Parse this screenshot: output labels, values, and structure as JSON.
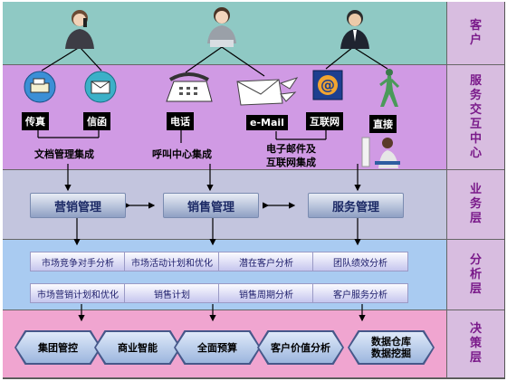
{
  "layers": {
    "customer": "客户",
    "service_center": "服务交互中心",
    "business": "业务层",
    "analysis": "分析层",
    "decision": "决策层"
  },
  "channels": {
    "fax": "传真",
    "letter": "信函",
    "phone": "电话",
    "email": "e-Mail",
    "internet": "互联网",
    "direct": "直接"
  },
  "integrations": {
    "document": "文档管理集成",
    "call_center": "呼叫中心集成",
    "email_web": [
      "电子邮件及",
      "互联网集成"
    ]
  },
  "business": {
    "marketing": "营销管理",
    "sales": "销售管理",
    "service": "服务管理"
  },
  "analysis": {
    "row1": [
      "市场竞争对手分析",
      "市场活动计划和优化",
      "潜在客户分析",
      "团队绩效分析"
    ],
    "row2": [
      "市场营销计划和优化",
      "销售计划",
      "销售周期分析",
      "客户服务分析"
    ]
  },
  "decision": {
    "group_control": "集团管控",
    "bi": "商业智能",
    "budget": "全面预算",
    "customer_value": "客户价值分析",
    "warehouse_1": "数据仓库",
    "warehouse_2": "数据挖掘"
  },
  "colors": {
    "customer_band": "#8fc9c4",
    "service_band": "#d09ae4",
    "business_band": "#c3c5de",
    "analysis_band": "#a9cbf1",
    "decision_band": "#f0a5d0",
    "side_band": "#d8bde0"
  }
}
